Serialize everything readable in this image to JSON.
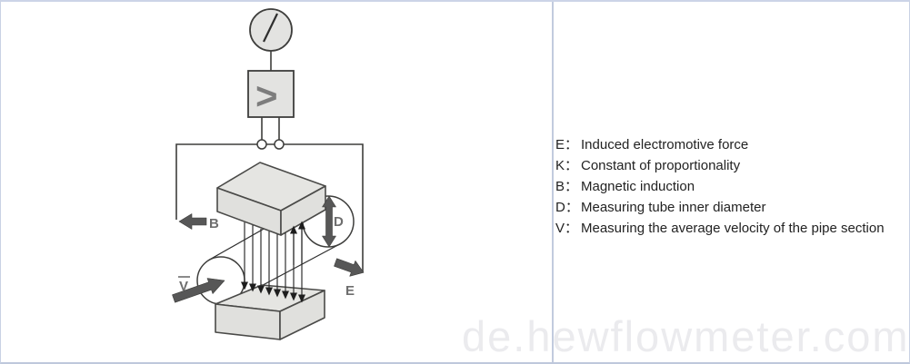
{
  "page": {
    "background": "#ffffff",
    "border_color": "#c9d2e4",
    "divider_color": "#c2cbde"
  },
  "watermark": {
    "text": "de.hewflowmeter.com",
    "color": "#ebebee"
  },
  "diagram": {
    "type": "electromagnetic-flowmeter-principle",
    "amplifier_symbol": ">",
    "labels": {
      "b": "B",
      "d": "D",
      "e": "E",
      "v": "V"
    },
    "colors": {
      "line": "#3e3e3c",
      "pole_fill": "#e0e0dd",
      "arrow_fill": "#575757",
      "label": "#6e6e6e"
    }
  },
  "legend": {
    "items": [
      {
        "key": "E：",
        "text": "Induced electromotive force"
      },
      {
        "key": "K：",
        "text": "Constant of proportionality"
      },
      {
        "key": "B：",
        "text": "Magnetic induction"
      },
      {
        "key": "D：",
        "text": "Measuring tube inner diameter"
      },
      {
        "key": "V：",
        "text": "Measuring the average velocity of the pipe section"
      }
    ]
  }
}
